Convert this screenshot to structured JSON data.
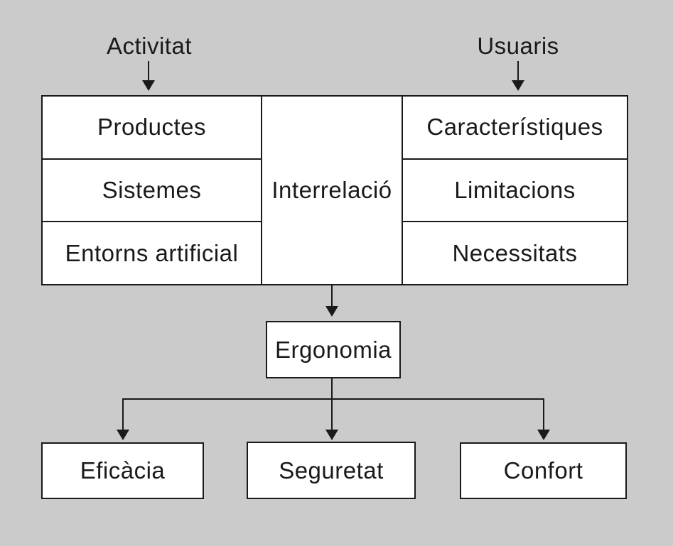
{
  "diagram": {
    "top_labels": {
      "activitat": "Activitat",
      "usuaris": "Usuaris"
    },
    "table": {
      "left_column": [
        "Productes",
        "Sistemes",
        "Entorns artificial"
      ],
      "middle": "Interrelació",
      "right_column": [
        "Característiques",
        "Limitacions",
        "Necessitats"
      ]
    },
    "center_box": "Ergonomia",
    "bottom_boxes": [
      "Eficàcia",
      "Seguretat",
      "Confort"
    ]
  },
  "colors": {
    "background": "#cbcbcb",
    "box_fill": "#ffffff",
    "line": "#1a1a1a"
  }
}
